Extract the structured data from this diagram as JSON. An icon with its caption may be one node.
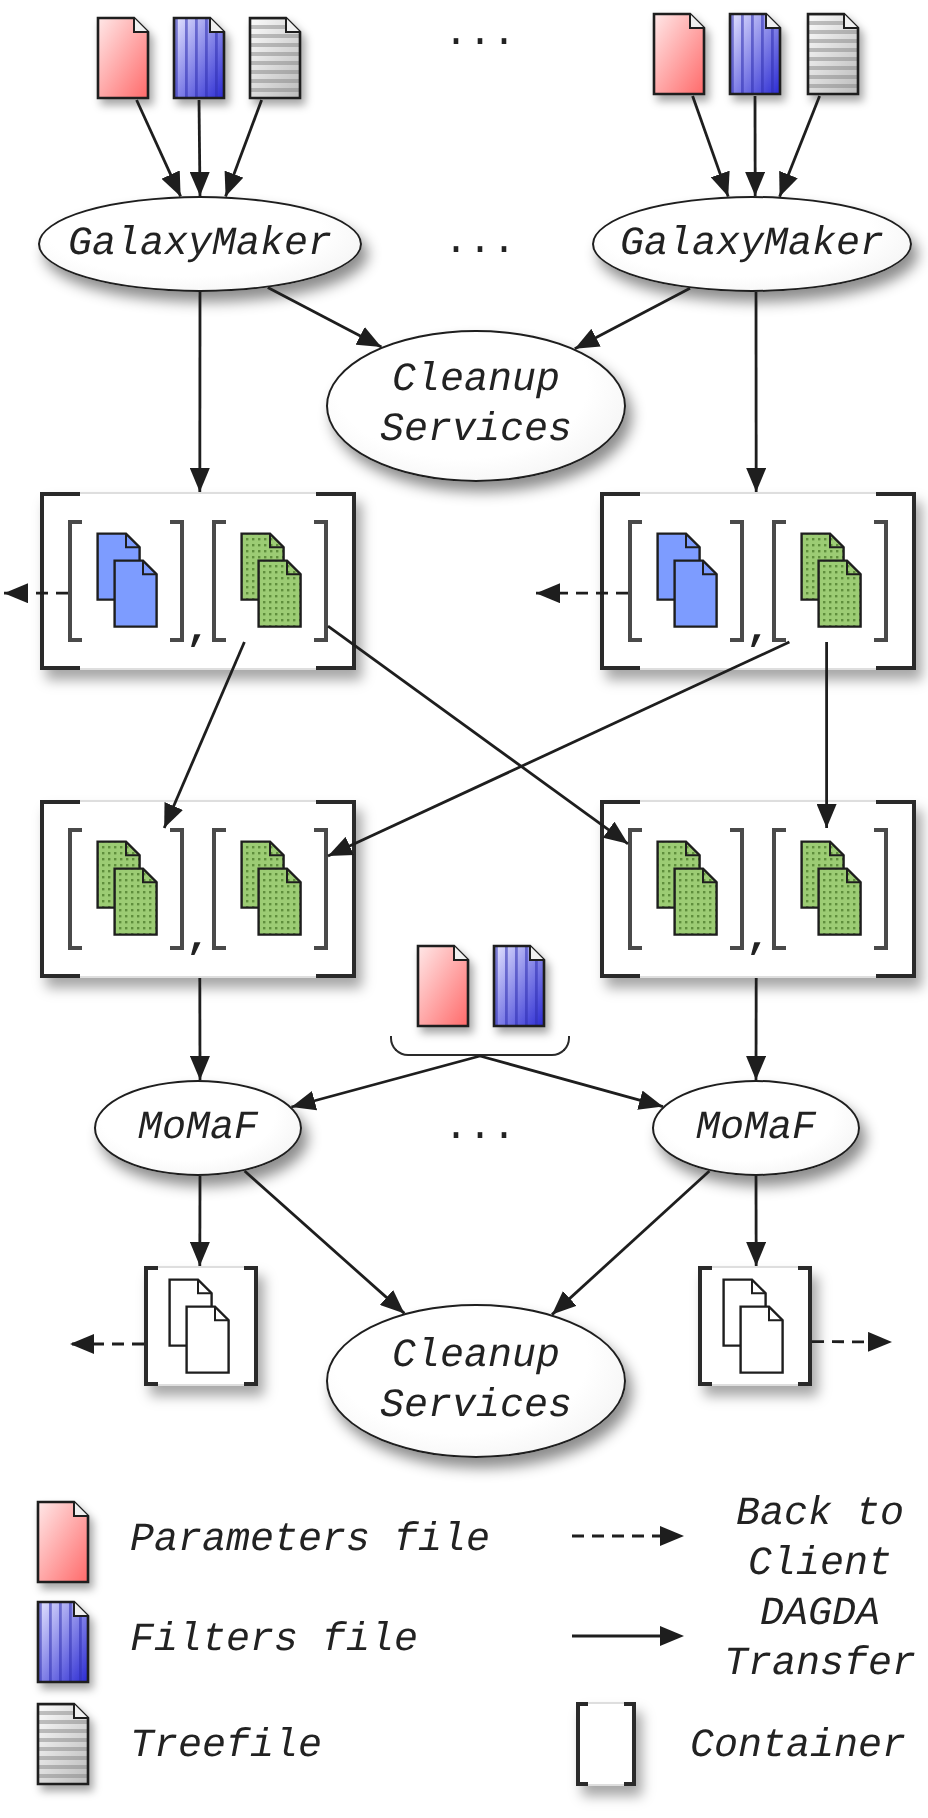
{
  "diagram": {
    "nodes": [
      {
        "text": [],
        "shape": "document"
      },
      {
        "text": [],
        "shape": "document"
      },
      {
        "text": [],
        "shape": "document"
      },
      {
        "text": [],
        "shape": "document"
      },
      {
        "text": [],
        "shape": "document"
      },
      {
        "text": [],
        "shape": "document"
      },
      {
        "text": [
          "GalaxyMaker"
        ]
      },
      {
        "text": [
          "GalaxyMaker"
        ]
      },
      {
        "text": [
          "Cleanup Services"
        ]
      },
      {
        "text": [],
        "shape": "box"
      },
      {
        "text": [],
        "shape": "bracket",
        "in": 9
      },
      {
        "text": [],
        "shape": "bracket",
        "in": 9
      },
      {
        "text": [],
        "shape": "box"
      },
      {
        "text": [],
        "shape": "bracket",
        "in": 12
      },
      {
        "text": [],
        "shape": "bracket",
        "in": 12
      },
      {
        "text": [],
        "shape": "box"
      },
      {
        "text": [],
        "shape": "bracket",
        "in": 15
      },
      {
        "text": [],
        "shape": "bracket",
        "in": 15
      },
      {
        "text": [],
        "shape": "box"
      },
      {
        "text": [],
        "shape": "bracket",
        "in": 18
      },
      {
        "text": [],
        "shape": "bracket",
        "in": 18
      },
      {
        "text": [],
        "shape": "brace"
      },
      {
        "text": [],
        "shape": "document",
        "in": 21
      },
      {
        "text": [],
        "shape": "document",
        "in": 21
      },
      {
        "text": [
          "MoMaF"
        ]
      },
      {
        "text": [
          "MoMaF"
        ]
      },
      {
        "text": [],
        "shape": "box"
      },
      {
        "text": [],
        "shape": "box"
      },
      {
        "text": [
          "Cleanup Services"
        ]
      }
    ],
    "edges": [
      {
        "from": 0,
        "to": 6,
        "arrow": "to"
      },
      {
        "from": 1,
        "to": 6,
        "arrow": "to"
      },
      {
        "from": 2,
        "to": 6,
        "arrow": "to"
      },
      {
        "from": 3,
        "to": 7,
        "arrow": "to"
      },
      {
        "from": 4,
        "to": 7,
        "arrow": "to"
      },
      {
        "from": 5,
        "to": 7,
        "arrow": "to"
      },
      {
        "from": 6,
        "to": 9,
        "arrow": "to"
      },
      {
        "from": 6,
        "to": 8,
        "arrow": "to"
      },
      {
        "from": 7,
        "to": 8,
        "arrow": "to"
      },
      {
        "from": 7,
        "to": 12,
        "arrow": "to"
      },
      {
        "from": 10,
        "to": null,
        "arrow": "to",
        "style": "dashed"
      },
      {
        "from": 13,
        "to": null,
        "arrow": "to",
        "style": "dashed"
      },
      {
        "from": 11,
        "to": 16,
        "arrow": "to"
      },
      {
        "from": 11,
        "to": 19,
        "arrow": "to"
      },
      {
        "from": 14,
        "to": 17,
        "arrow": "to"
      },
      {
        "from": 14,
        "to": 20,
        "arrow": "to"
      },
      {
        "from": 15,
        "to": 24,
        "arrow": "to"
      },
      {
        "from": 18,
        "to": 25,
        "arrow": "to"
      },
      {
        "from": 21,
        "to": 24,
        "arrow": "to"
      },
      {
        "from": 21,
        "to": 25,
        "arrow": "to"
      },
      {
        "from": 24,
        "to": 26,
        "arrow": "to"
      },
      {
        "from": 24,
        "to": 28,
        "arrow": "to"
      },
      {
        "from": 25,
        "to": 27,
        "arrow": "to"
      },
      {
        "from": 25,
        "to": 28,
        "arrow": "to"
      },
      {
        "from": 26,
        "to": null,
        "arrow": "to",
        "style": "dashed"
      },
      {
        "from": 27,
        "to": null,
        "arrow": "to",
        "style": "dashed"
      }
    ],
    "labels": [
      "...",
      "...",
      ",",
      ",",
      ",",
      ",",
      "..."
    ],
    "legend": [
      {
        "text": "Parameters file"
      },
      {
        "text": "Filters file"
      },
      {
        "text": "Treefile"
      },
      {
        "text": "Back to Client"
      },
      {
        "text": "DAGDA Transfer"
      },
      {
        "text": "Container"
      }
    ]
  }
}
